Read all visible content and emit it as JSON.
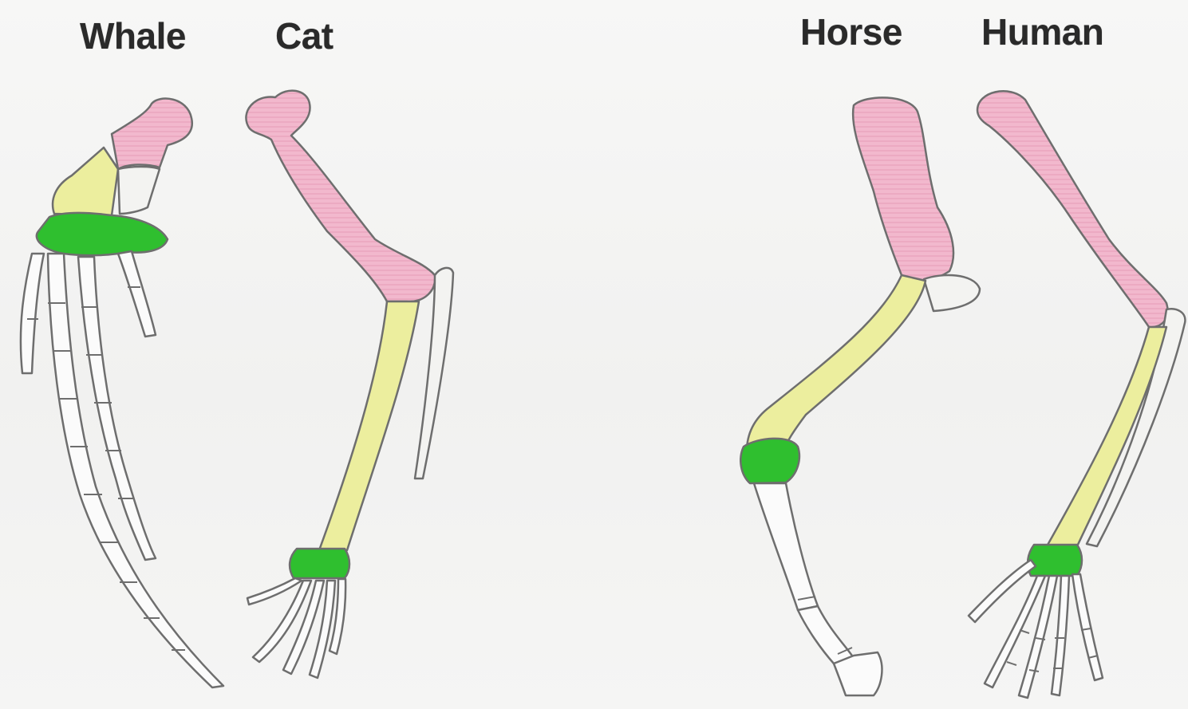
{
  "labels": {
    "whale": "Whale",
    "cat": "Cat",
    "horse": "Horse",
    "human": "Human"
  },
  "colors": {
    "humerus": "#f2b8cd",
    "radius_ulna": "#ecee9e",
    "carpals": "#2fbf2f",
    "phalanges": "#fbfbfb",
    "outline": "#6e6e6e",
    "background": "#f4f4f3"
  }
}
